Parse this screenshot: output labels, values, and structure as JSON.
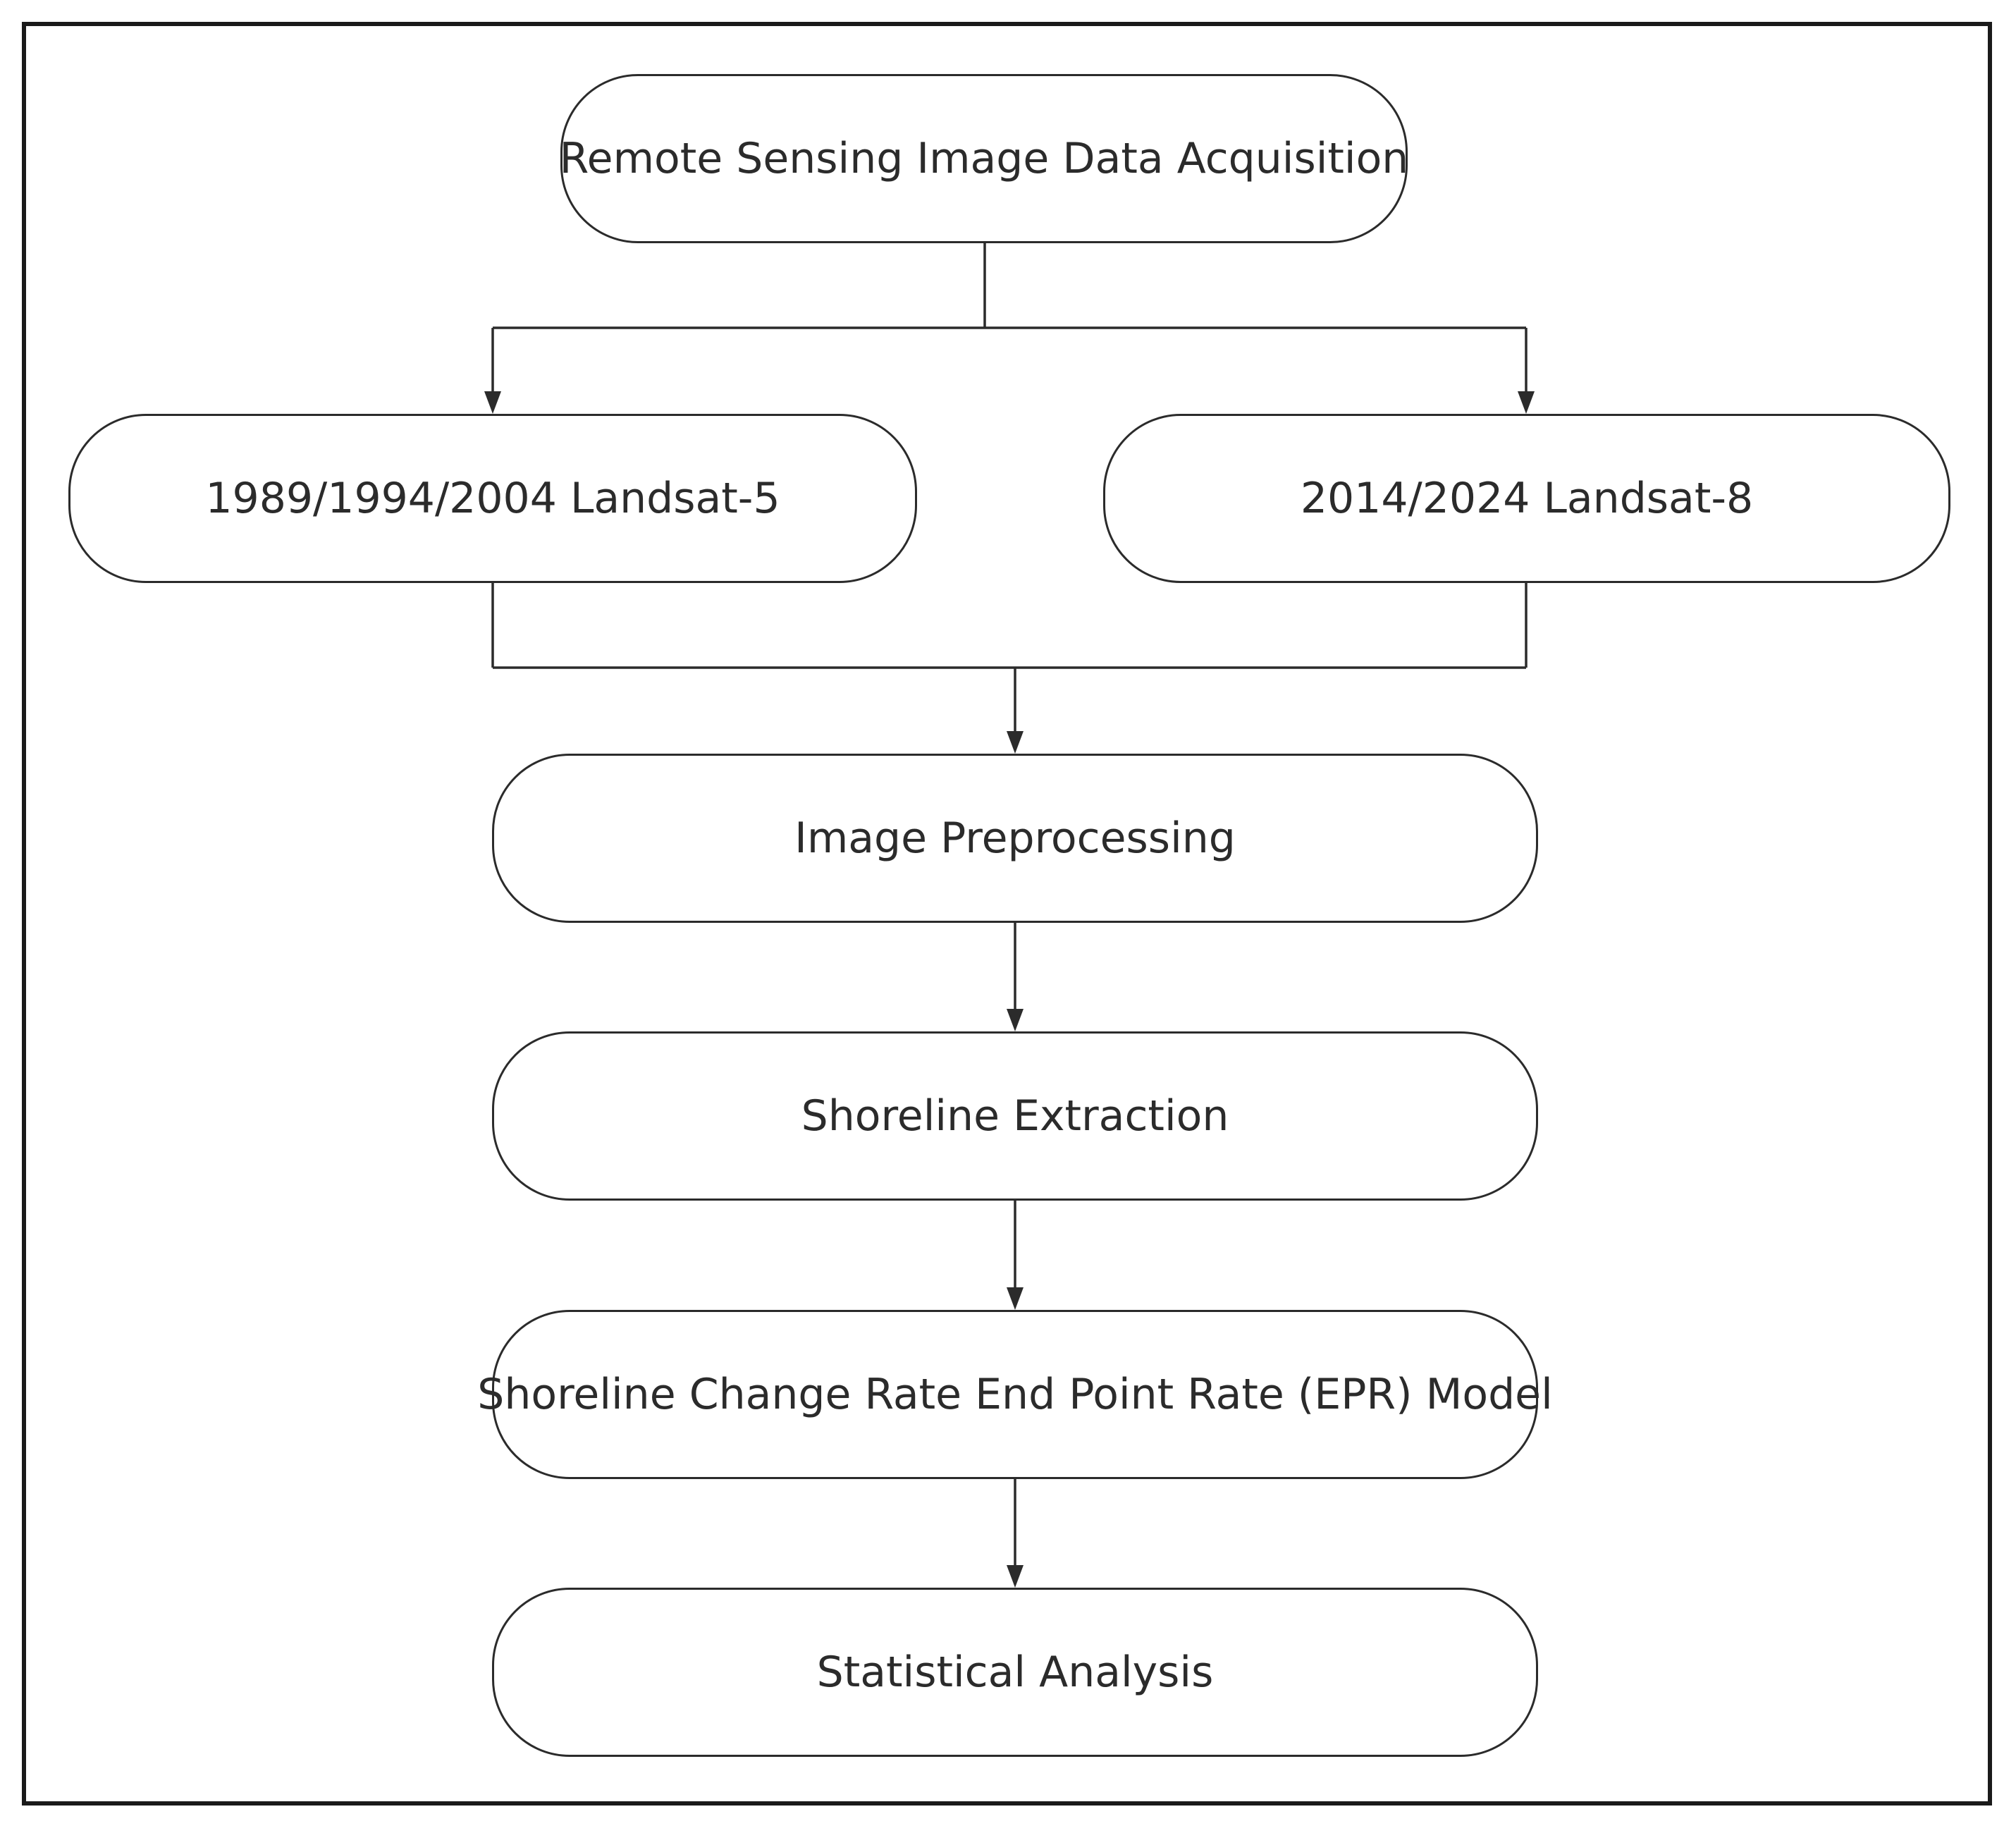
{
  "diagram": {
    "type": "flowchart",
    "nodes": {
      "acquisition": "Remote Sensing Image Data Acquisition",
      "landsat5": "1989/1994/2004 Landsat-5",
      "landsat8": "2014/2024 Landsat-8",
      "preprocessing": "Image Preprocessing",
      "extraction": "Shoreline Extraction",
      "epr_model": "Shoreline Change Rate End Point Rate (EPR) Model",
      "statistical": "Statistical Analysis"
    },
    "edges": [
      [
        "acquisition",
        "landsat5"
      ],
      [
        "acquisition",
        "landsat8"
      ],
      [
        "landsat5",
        "preprocessing"
      ],
      [
        "landsat8",
        "preprocessing"
      ],
      [
        "preprocessing",
        "extraction"
      ],
      [
        "extraction",
        "epr_model"
      ],
      [
        "epr_model",
        "statistical"
      ]
    ],
    "colors": {
      "stroke": "#2b2b2b",
      "text": "#2b2b2b",
      "background": "#ffffff"
    }
  }
}
